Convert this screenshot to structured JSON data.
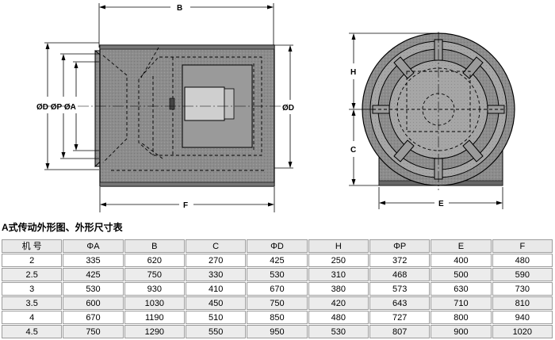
{
  "drawing": {
    "side_view_labels": {
      "B": "B",
      "F": "F",
      "inlet": "ØD  ØP  ØA",
      "outlet": "ØD"
    },
    "front_view_labels": {
      "H": "H",
      "C": "C",
      "E": "E"
    }
  },
  "table": {
    "caption": "A式传动外形图、外形尺寸表",
    "headers": [
      "机 号",
      "ΦA",
      "B",
      "C",
      "ΦD",
      "H",
      "ΦP",
      "E",
      "F"
    ],
    "rows": [
      [
        "2",
        "335",
        "620",
        "270",
        "425",
        "250",
        "372",
        "400",
        "480"
      ],
      [
        "2.5",
        "425",
        "750",
        "330",
        "530",
        "310",
        "468",
        "500",
        "590"
      ],
      [
        "3",
        "530",
        "930",
        "410",
        "670",
        "380",
        "573",
        "630",
        "730"
      ],
      [
        "3.5",
        "600",
        "1030",
        "450",
        "750",
        "420",
        "643",
        "710",
        "810"
      ],
      [
        "4",
        "670",
        "1190",
        "510",
        "850",
        "480",
        "727",
        "800",
        "940"
      ],
      [
        "4.5",
        "750",
        "1290",
        "550",
        "950",
        "530",
        "807",
        "900",
        "1020"
      ]
    ]
  }
}
